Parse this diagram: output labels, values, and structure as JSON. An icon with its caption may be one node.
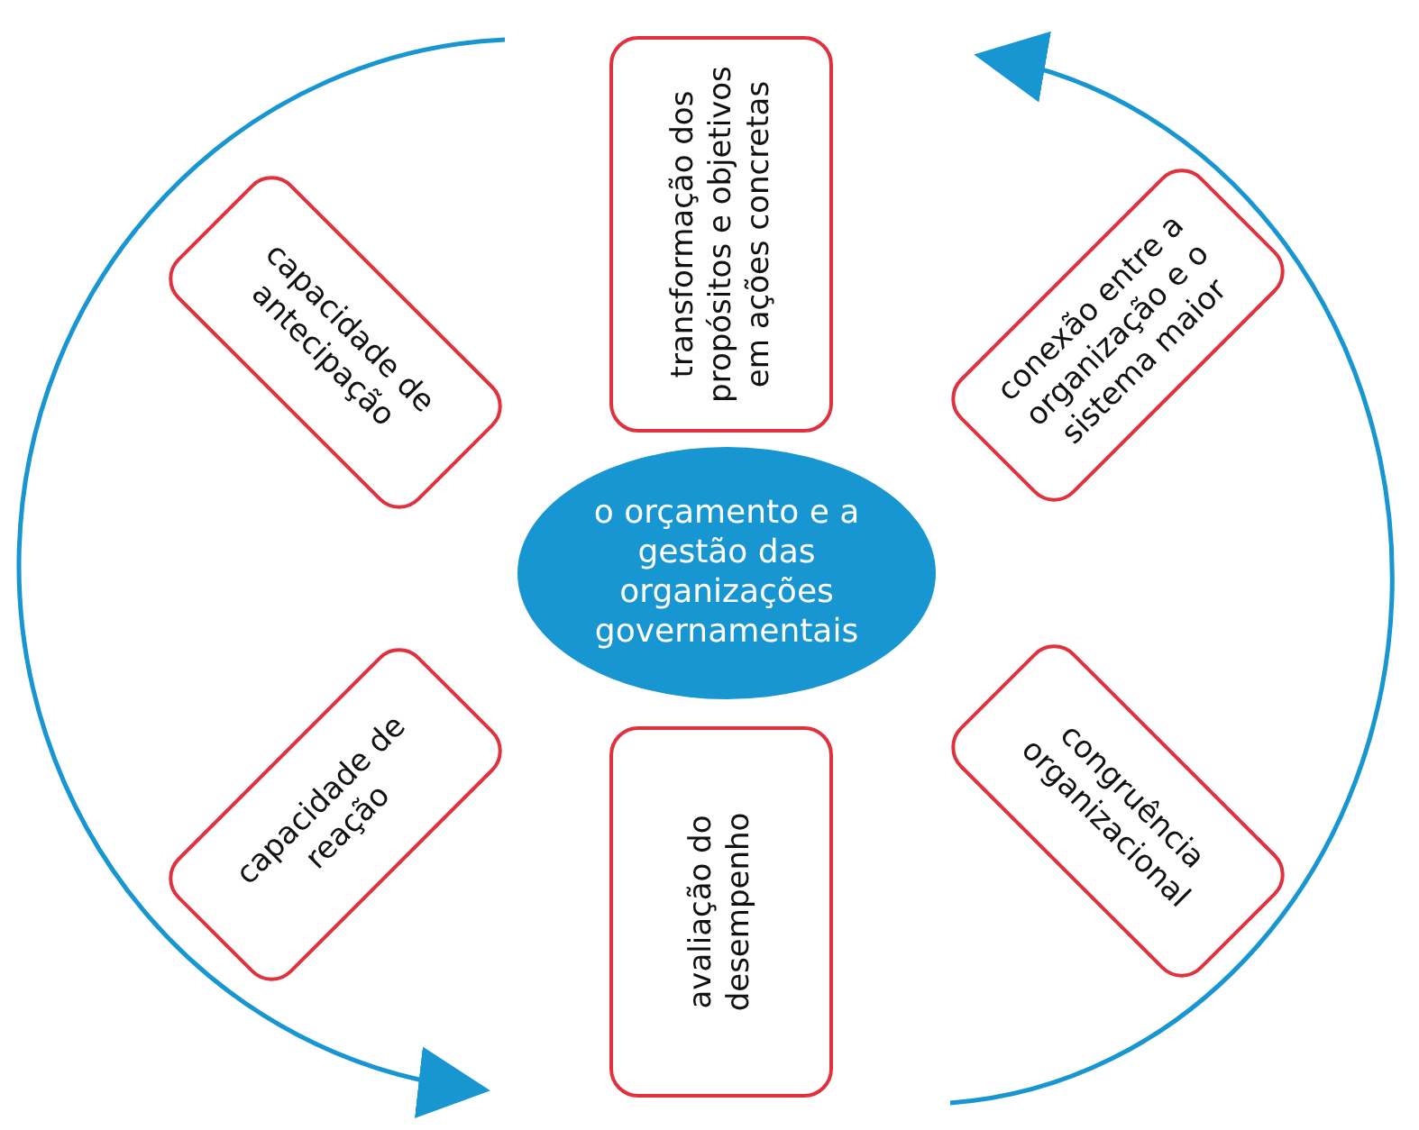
{
  "diagram": {
    "nodes": [
      {
        "text": [
          "transformação dos propósitos e objetivos em ações concretas"
        ]
      },
      {
        "text": [
          "capacidade de antecipação"
        ]
      },
      {
        "text": [
          "conexão entre a organização e o sistema maior"
        ]
      },
      {
        "text": [
          "o orçamento e a gestão das organizações governamentais"
        ]
      },
      {
        "text": [
          "capacidade de reação"
        ]
      },
      {
        "text": [
          "avaliação do desempenho"
        ]
      },
      {
        "text": [
          "congruência organizacional"
        ]
      }
    ]
  }
}
